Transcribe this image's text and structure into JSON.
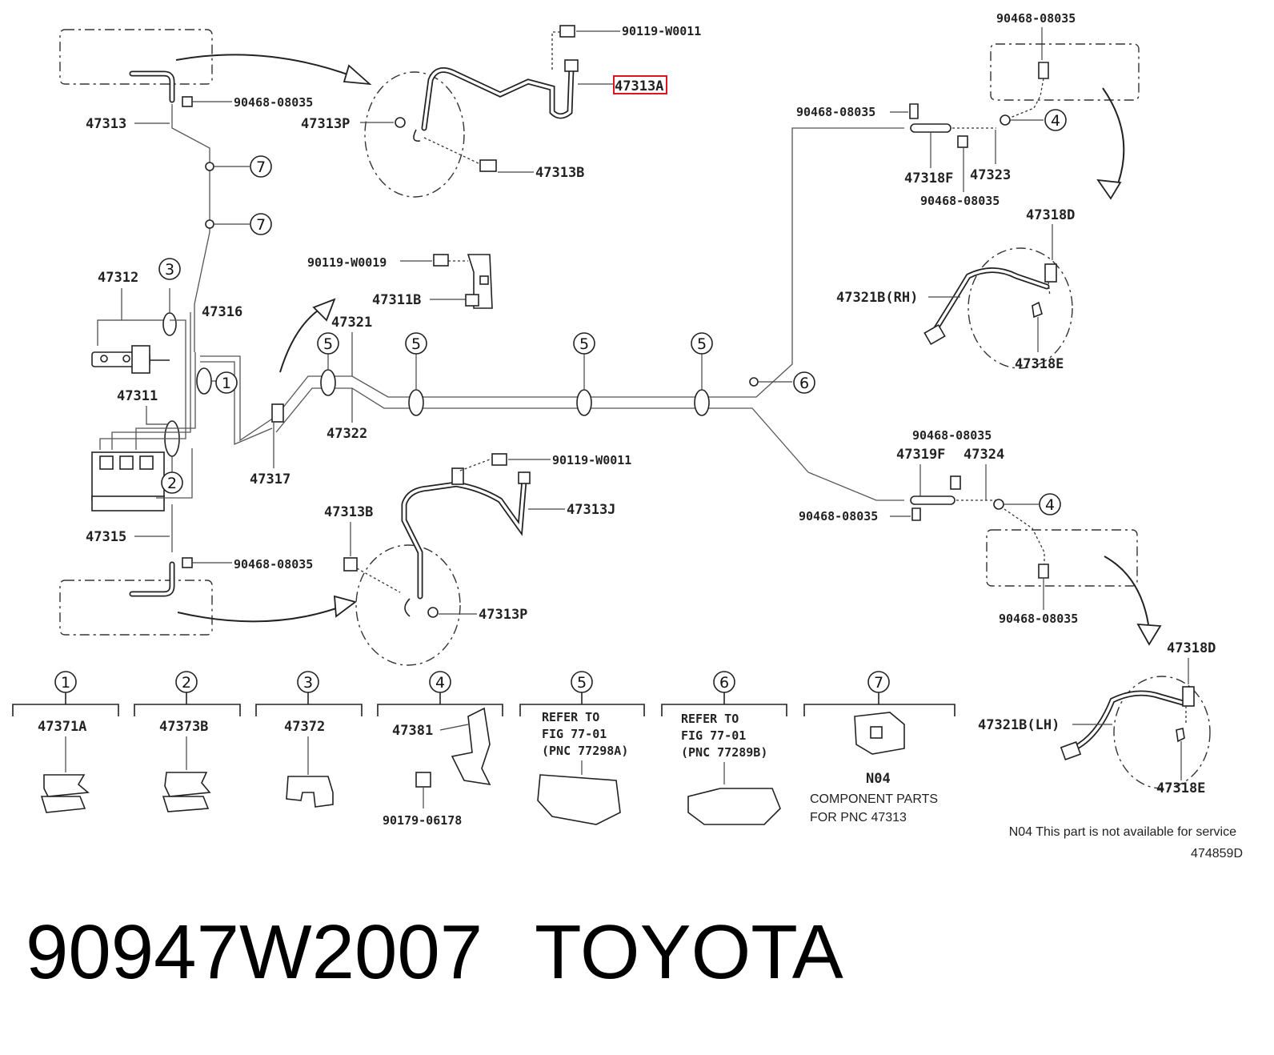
{
  "labels": {
    "p90119_W0011_top": "90119-W0011",
    "p47313A": "47313A",
    "p47313P_top": "47313P",
    "p47313B_top": "47313B",
    "p90468_tl": "90468-08035",
    "p47313": "47313",
    "p47312": "47312",
    "p47316": "47316",
    "p47311": "47311",
    "p47315": "47315",
    "p90468_bl": "90468-08035",
    "p90119_W0019": "90119-W0019",
    "p47311B": "47311B",
    "p47321": "47321",
    "p47322": "47322",
    "p47317": "47317",
    "p90119_W0011_mid": "90119-W0011",
    "p47313J": "47313J",
    "p47313B_bot": "47313B",
    "p47313P_bot": "47313P",
    "p90468_tr_top": "90468-08035",
    "p90468_tr_left": "90468-08035",
    "p47318F": "47318F",
    "p47323": "47323",
    "p90468_tr_below": "90468-08035",
    "p47318D_top": "47318D",
    "p47321B_RH": "47321B(RH)",
    "p47318E_top": "47318E",
    "p90468_mr_top": "90468-08035",
    "p47319F": "47319F",
    "p47324": "47324",
    "p90468_mr_left": "90468-08035",
    "p90468_br": "90468-08035",
    "p47318D_bot": "47318D",
    "p47321B_LH": "47321B(LH)",
    "p47318E_bot": "47318E"
  },
  "callouts": {
    "c1": "1",
    "c2": "2",
    "c3": "3",
    "c4": "4",
    "c5": "5",
    "c6": "6",
    "c7": "7"
  },
  "legend": {
    "l1_num": "1",
    "l1_part": "47371A",
    "l2_num": "2",
    "l2_part": "47373B",
    "l3_num": "3",
    "l3_part": "47372",
    "l4_num": "4",
    "l4_part": "47381",
    "l4_bolt": "90179-06178",
    "l5_num": "5",
    "l5_ref1": "REFER TO",
    "l5_ref2": "FIG 77-01",
    "l5_ref3": "(PNC 77298A)",
    "l6_num": "6",
    "l6_ref1": "REFER TO",
    "l6_ref2": "FIG 77-01",
    "l6_ref3": "(PNC 77289B)",
    "l7_num": "7",
    "l7_code": "N04",
    "l7_desc1": "COMPONENT PARTS",
    "l7_desc2": "FOR PNC 47313"
  },
  "footnote": "N04 This part is not available for service",
  "figure_code": "474859D",
  "title": {
    "part_number": "90947W2007",
    "brand": "TOYOTA"
  },
  "colors": {
    "line": "#222222",
    "highlight": "#e0141e",
    "background": "#ffffff"
  }
}
